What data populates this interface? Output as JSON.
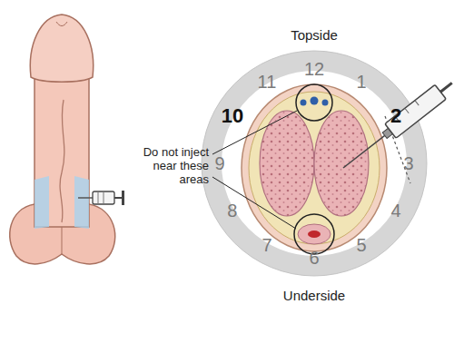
{
  "diagram": {
    "labels": [
      "Topside",
      "12",
      "1",
      "2",
      "3",
      "4",
      "5",
      "6",
      "7",
      "8",
      "9",
      "10",
      "11",
      "Do not inject near these areas",
      "Underside"
    ]
  }
}
